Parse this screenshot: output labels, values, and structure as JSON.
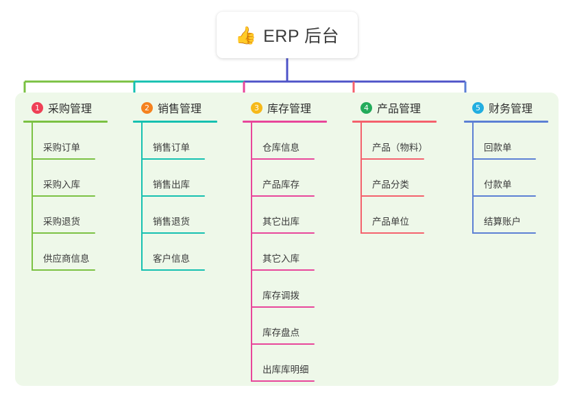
{
  "root": {
    "emoji": "👍",
    "emoji_name": "thumbs-up-icon",
    "title": "ERP 后台"
  },
  "colors": {
    "page_background": "#ffffff",
    "panel_background": "#eef8e9",
    "root_line": "#4e53c8",
    "text": "#3a3a3a"
  },
  "columns": [
    {
      "index": "1",
      "title": "采购管理",
      "badge_color": "#ef4056",
      "line_color": "#7ac142",
      "items": [
        {
          "label": "采购订单"
        },
        {
          "label": "采购入库"
        },
        {
          "label": "采购退货"
        },
        {
          "label": "供应商信息"
        }
      ]
    },
    {
      "index": "2",
      "title": "销售管理",
      "badge_color": "#f5821f",
      "line_color": "#14c0b0",
      "items": [
        {
          "label": "销售订单"
        },
        {
          "label": "销售出库"
        },
        {
          "label": "销售退货"
        },
        {
          "label": "客户信息"
        }
      ]
    },
    {
      "index": "3",
      "title": "库存管理",
      "badge_color": "#f6b91a",
      "line_color": "#e8459a",
      "items": [
        {
          "label": "仓库信息"
        },
        {
          "label": "产品库存"
        },
        {
          "label": "其它出库"
        },
        {
          "label": "其它入库"
        },
        {
          "label": "库存调拨"
        },
        {
          "label": "库存盘点"
        },
        {
          "label": "出库库明细"
        }
      ]
    },
    {
      "index": "4",
      "title": "产品管理",
      "badge_color": "#23ab5b",
      "line_color": "#f4606c",
      "items": [
        {
          "label": "产品（物料）"
        },
        {
          "label": "产品分类"
        },
        {
          "label": "产品单位"
        }
      ]
    },
    {
      "index": "5",
      "title": "财务管理",
      "badge_color": "#22aee0",
      "line_color": "#5b7fd4",
      "items": [
        {
          "label": "回款单"
        },
        {
          "label": "付款单"
        },
        {
          "label": "结算账户"
        }
      ]
    }
  ]
}
